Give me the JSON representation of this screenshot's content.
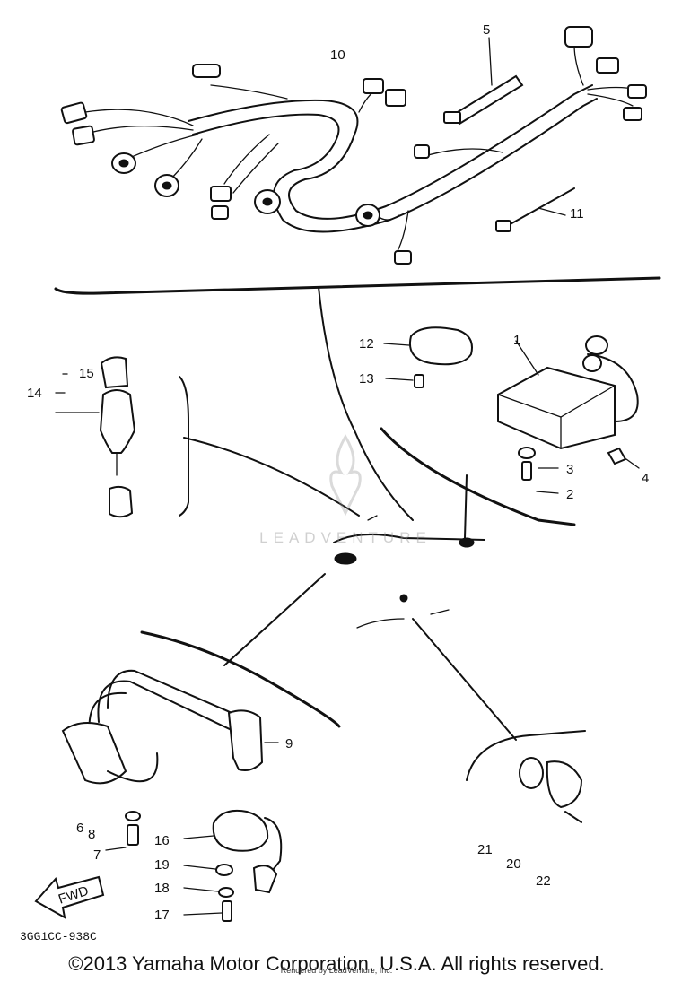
{
  "callouts": {
    "c1": "1",
    "c2": "2",
    "c3": "3",
    "c4": "4",
    "c5": "5",
    "c6": "6",
    "c7": "7",
    "c8": "8",
    "c9": "9",
    "c10": "10",
    "c11": "11",
    "c12": "12",
    "c13": "13",
    "c14": "14",
    "c15": "15",
    "c16": "16",
    "c17": "17",
    "c18": "18",
    "c19": "19",
    "c20": "20",
    "c21": "21",
    "c22": "22"
  },
  "fwd_label": "FWD",
  "diagram_code": "3GG1CC-938C",
  "copyright": "©2013 Yamaha Motor Corporation, U.S.A. All rights reserved.",
  "render_credit": "Rendered by LeadVenture, Inc.",
  "watermark": "LEADVENTURE",
  "colors": {
    "ink": "#111111",
    "paper": "#ffffff",
    "watermark": "#969696"
  }
}
